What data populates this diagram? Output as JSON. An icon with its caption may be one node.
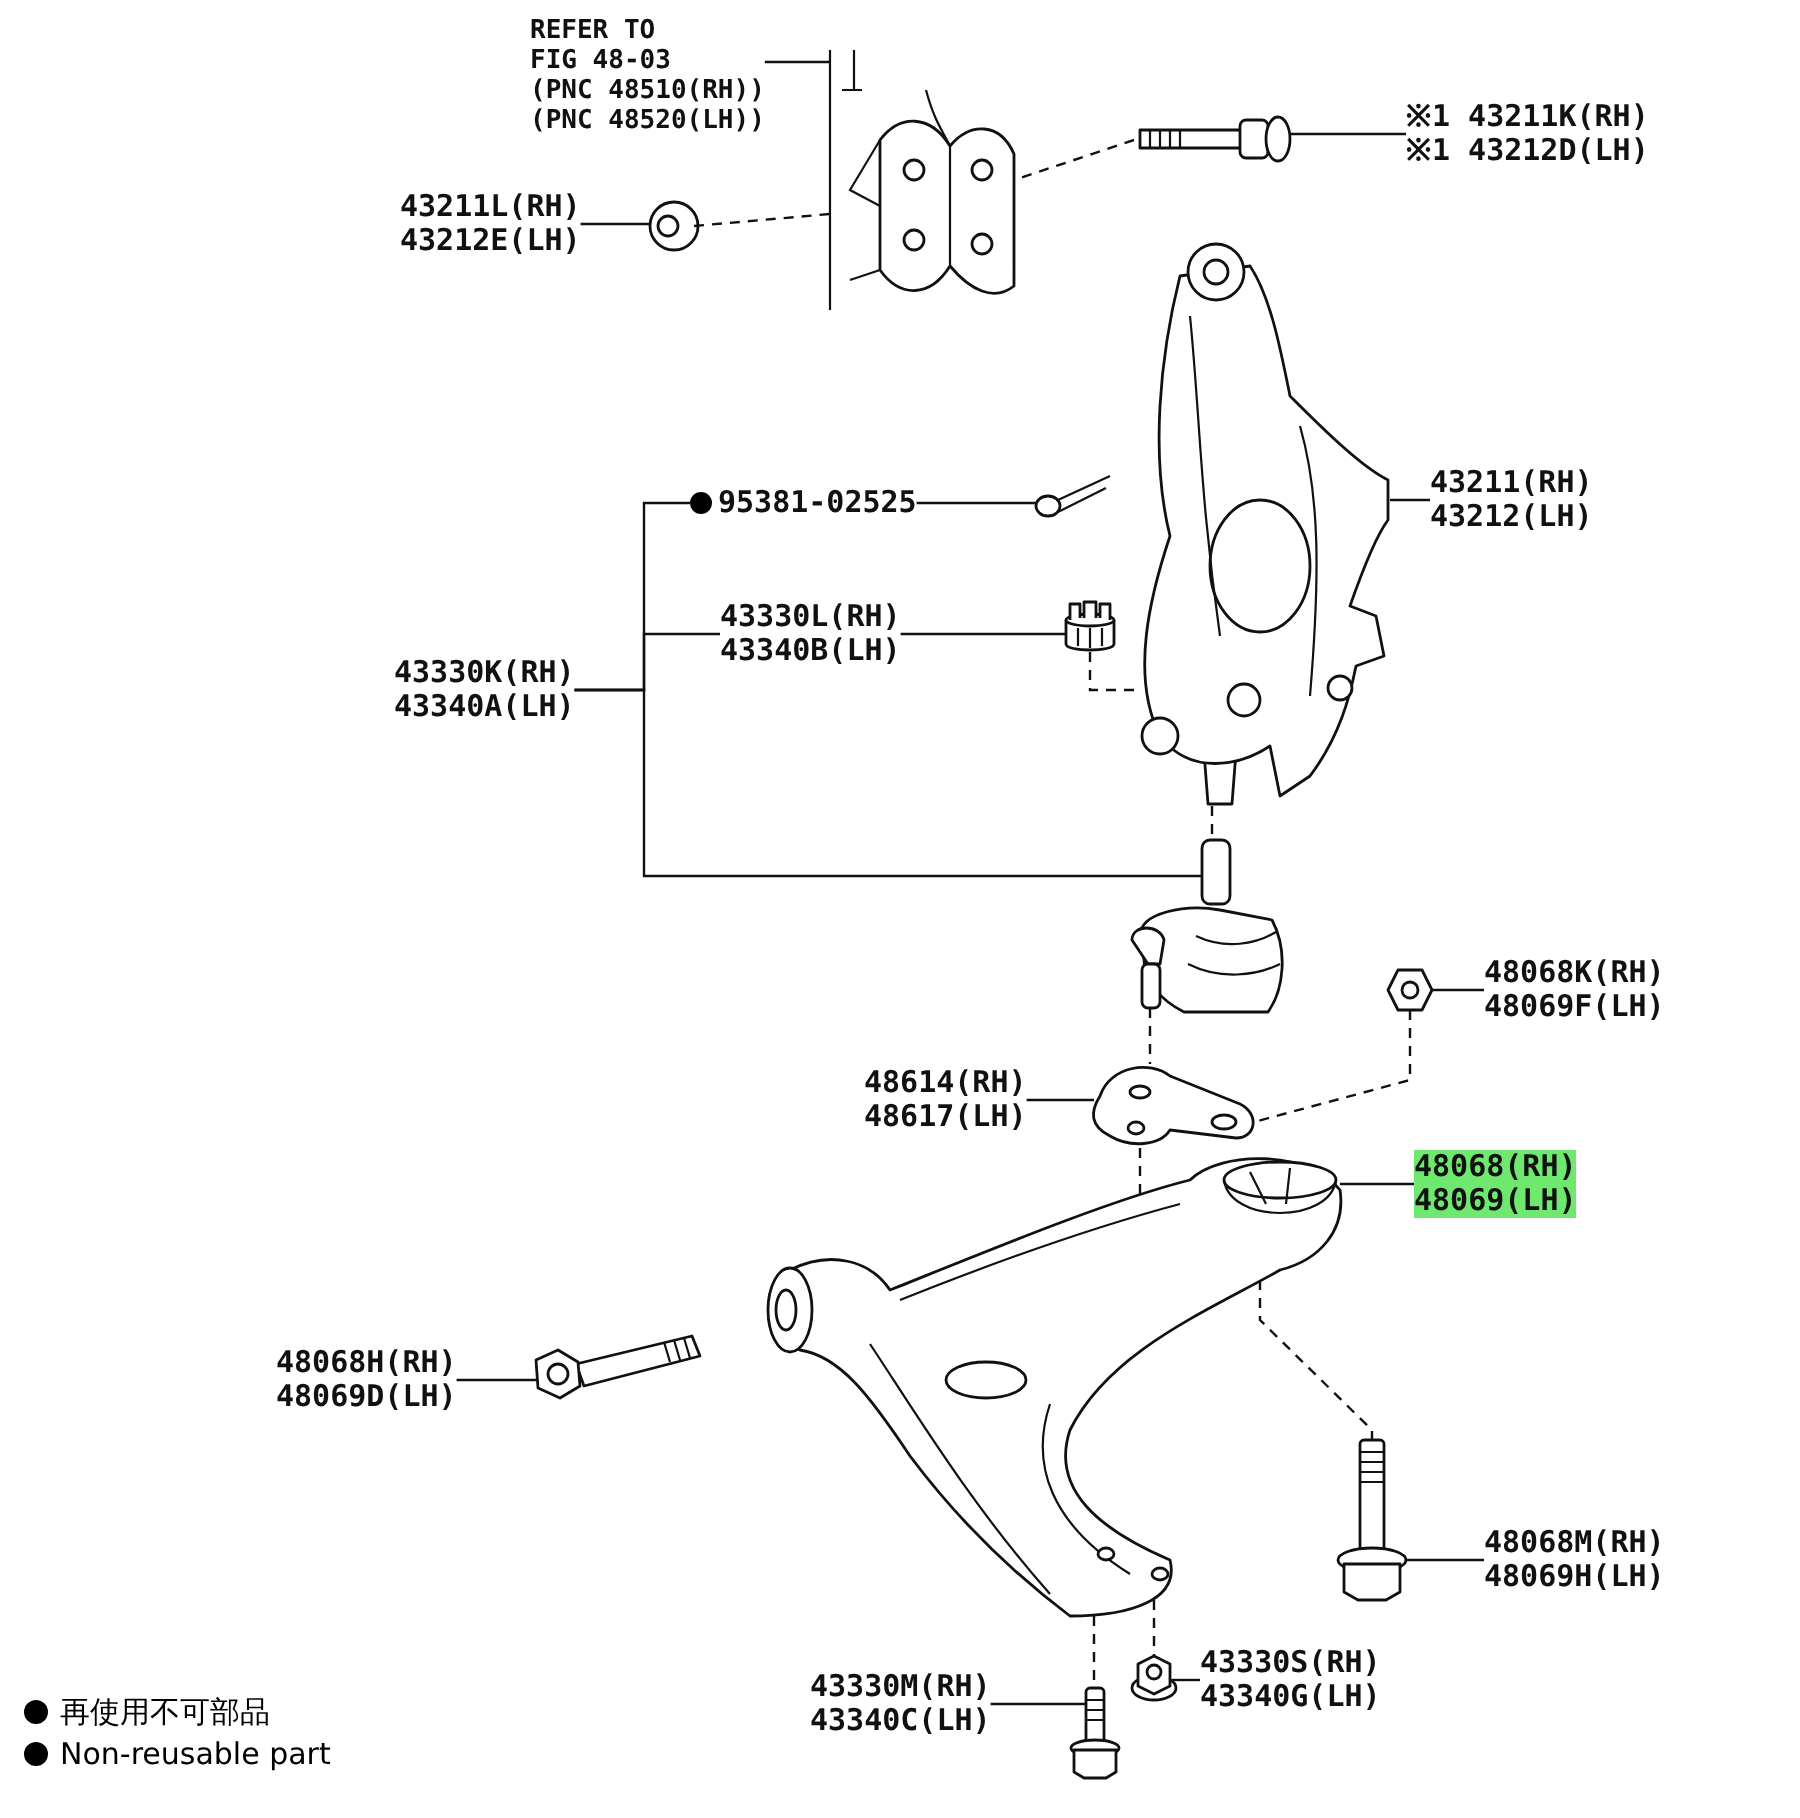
{
  "diagram": {
    "nodes": [
      {
        "text": [
          "REFER TO FIG 48-03",
          "(PNC 48510(RH))",
          "(PNC 48520(LH))"
        ]
      },
      {
        "text": [],
        "shape": "picture"
      },
      {
        "text": [
          "※1 43211K(RH)",
          "※1 43212D(LH)"
        ]
      },
      {
        "text": [],
        "shape": "picture"
      },
      {
        "text": [
          "43211L(RH)",
          "43212E(LH)"
        ]
      },
      {
        "text": [],
        "shape": "picture"
      },
      {
        "text": [
          "43211(RH)",
          "43212(LH)"
        ]
      },
      {
        "text": [],
        "shape": "picture"
      },
      {
        "text": [
          "95381-02525"
        ]
      },
      {
        "text": [],
        "shape": "picture"
      },
      {
        "text": [
          "43330L(RH)",
          "43340B(LH)"
        ]
      },
      {
        "text": [],
        "shape": "picture"
      },
      {
        "text": [
          "43330K(RH)",
          "43340A(LH)"
        ]
      },
      {
        "text": [],
        "shape": "picture"
      },
      {
        "text": [
          "48068K(RH)",
          "48069F(LH)"
        ]
      },
      {
        "text": [],
        "shape": "picture"
      },
      {
        "text": [
          "48614(RH)",
          "48617(LH)"
        ]
      },
      {
        "text": [],
        "shape": "picture"
      },
      {
        "text": [
          "48068(RH)",
          "48069(LH)"
        ]
      },
      {
        "text": [],
        "shape": "picture"
      },
      {
        "text": [
          "48068H(RH)",
          "48069D(LH)"
        ]
      },
      {
        "text": [],
        "shape": "picture"
      },
      {
        "text": [
          "48068M(RH)",
          "48069H(LH)"
        ]
      },
      {
        "text": [],
        "shape": "picture"
      },
      {
        "text": [
          "43330M(RH)",
          "43340C(LH)"
        ]
      },
      {
        "text": [],
        "shape": "picture"
      },
      {
        "text": [
          "43330S(RH)",
          "43340G(LH)"
        ]
      },
      {
        "text": [],
        "shape": "picture"
      }
    ],
    "edges": [
      {
        "from": 0,
        "to": 1,
        "arrow": "none"
      },
      {
        "from": 2,
        "to": 3,
        "arrow": "none"
      },
      {
        "from": 4,
        "to": 5,
        "arrow": "none"
      },
      {
        "from": 6,
        "to": 7,
        "arrow": "none"
      },
      {
        "from": 8,
        "to": 9,
        "arrow": "none"
      },
      {
        "from": 10,
        "to": 11,
        "arrow": "none"
      },
      {
        "from": 12,
        "to": 8,
        "arrow": "none"
      },
      {
        "from": 12,
        "to": 10,
        "arrow": "none"
      },
      {
        "from": 12,
        "to": 13,
        "arrow": "none"
      },
      {
        "from": 14,
        "to": 15,
        "arrow": "none"
      },
      {
        "from": 16,
        "to": 17,
        "arrow": "none"
      },
      {
        "from": 18,
        "to": 19,
        "arrow": "none"
      },
      {
        "from": 20,
        "to": 21,
        "arrow": "none"
      },
      {
        "from": 22,
        "to": 23,
        "arrow": "none"
      },
      {
        "from": 24,
        "to": 25,
        "arrow": "none"
      },
      {
        "from": 26,
        "to": 27,
        "arrow": "none"
      },
      {
        "from": 5,
        "to": 1,
        "arrow": "none",
        "style": "dashed"
      },
      {
        "from": 3,
        "to": 1,
        "arrow": "none",
        "style": "dashed"
      },
      {
        "from": 11,
        "to": 7,
        "arrow": "none",
        "style": "dashed"
      },
      {
        "from": 7,
        "to": 13,
        "arrow": "none",
        "style": "dashed"
      },
      {
        "from": 13,
        "to": 17,
        "arrow": "none",
        "style": "dashed"
      },
      {
        "from": 15,
        "to": 17,
        "arrow": "none",
        "style": "dashed"
      },
      {
        "from": 17,
        "to": 19,
        "arrow": "none",
        "style": "dashed"
      },
      {
        "from": 19,
        "to": 25,
        "arrow": "none",
        "style": "dashed"
      },
      {
        "from": 19,
        "to": 23,
        "arrow": "none",
        "style": "dashed"
      },
      {
        "from": 19,
        "to": 27,
        "arrow": "none",
        "style": "dashed"
      }
    ],
    "legend": [
      {
        "text": "再使用不可部品"
      },
      {
        "text": "Non-reusable part"
      }
    ]
  }
}
